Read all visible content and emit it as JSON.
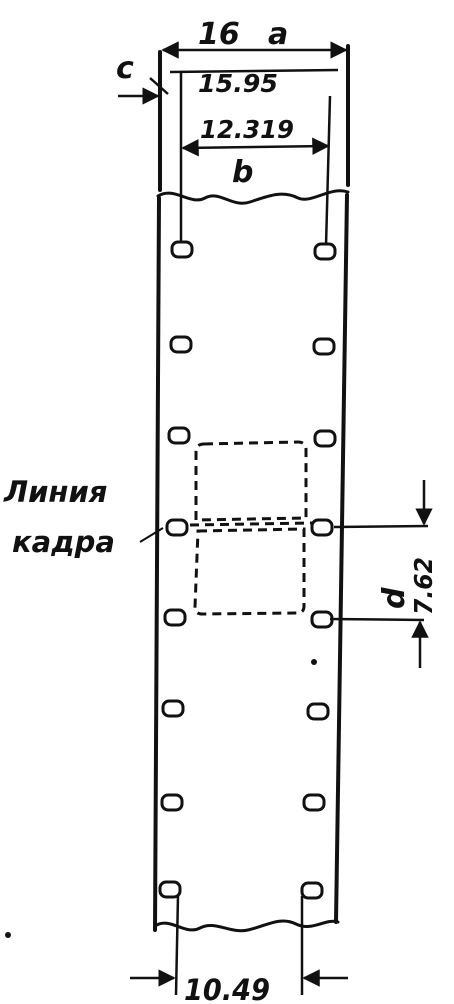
{
  "dimensions": {
    "total_width": "16",
    "total_width_letter": "a",
    "inner_width": "15.95",
    "offset_letter": "c",
    "hole_span": "12.319",
    "hole_span_letter": "b",
    "hole_pitch": "7.62",
    "hole_pitch_letter": "d",
    "bottom_width": "10.49"
  },
  "labels": {
    "frame_line_1": "Линия",
    "frame_line_2": "кадра"
  },
  "colors": {
    "ink": "#111111",
    "paper": "#ffffff"
  }
}
